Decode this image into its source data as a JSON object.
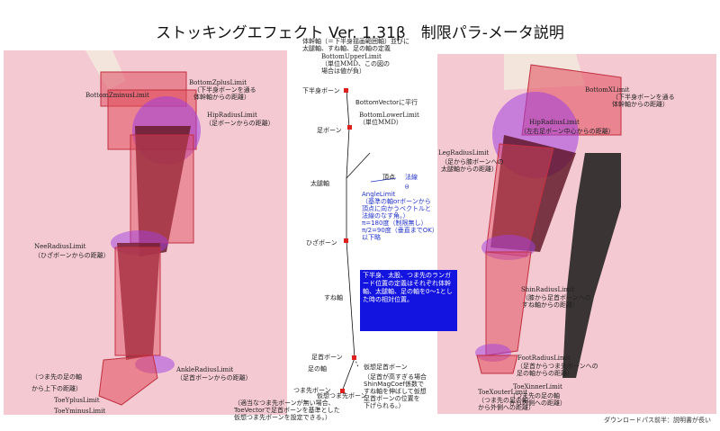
{
  "title": "ストッキングエフェクト Ver. 1.31β　制限パラ-メータ説明",
  "footer": "ダウンロードパス前半：説明書が長い",
  "center": {
    "trunk_title": "体幹軸（＝下半身揺画範囲軸）並びに\n太腿軸、すね軸、足の軸の定義",
    "bottom_upper": "BottomUpperLimit\n（単位MMD、この図の\n場合は値が負）",
    "lower_body_bone": "下半身ボーン",
    "bottom_vector": "BottomVectorに平行",
    "bottom_lower": "BottomLowerLimit\n（単位MMD）",
    "ankle_bone": "足ボーン",
    "vertex": "頂点",
    "normal": "法線",
    "theta": "θ",
    "thigh_axis": "太腿軸",
    "angle_limit": "AngleLimit\n（基準の軸orボーンから\n頂点に向かうベクトルと\n法線のなす角。）\nπ=180度（制限無し）\nπ/2=90度（垂直までOK）\n以下略",
    "knee_bone": "ひざボーン",
    "shin_axis": "すね軸",
    "info_box": "下半身、太股、つま先のランガード位置の定義はそれぞれ体幹軸、太腿軸、足の軸を0〜1とした時の相対位置。",
    "foot_bone": "足首ボーン",
    "foot_axis": "足の軸",
    "virtual_foot_bone": "仮想足首ボーン",
    "virtual_note": "（足首が高すぎる場合\nShinMagCoef係数で\nすね軸を伸ばして仮想\n足首ボーンの位置を\n下げられる。）",
    "toe_bone": "つま先ボーン",
    "virtual_toe_bone": "仮想つま先ボーン",
    "toe_note": "（適当なつま先ボーンが無い場合、\nToeVectorで足首ボーンを基準とした\n仮想つま先ボーンを設定できる。）"
  },
  "left": {
    "bottom_zplus": "BottomZplusLimit",
    "bottom_zplus_note": "（下半身ボーンを通る\n体幹軸からの距離）",
    "bottom_zminus": "BottomZminusLimit",
    "hip_radius": "HipRadiusLimit",
    "hip_radius_note": "（足ボーンからの距離）",
    "knee_radius": "NeeRadiusLimit",
    "knee_radius_note": "（ひざボーンからの距離）",
    "ankle_radius": "AnkleRadiusLimit",
    "ankle_radius_note": "（足首ボーンからの距離）",
    "toe_note": "（つま先の足の軸\nから上下の距離）",
    "toe_yplus": "ToeYplusLimit",
    "toe_yminus": "ToeYminusLimit"
  },
  "right": {
    "bottom_x": "BottomXLimit",
    "bottom_x_note": "（下半身ボーンを通る\n体幹軸からの距離）",
    "hip_radius": "HipRadiusLimit",
    "hip_radius_note": "（左右足ボーン中心からの距離）",
    "leg_radius": "LegRadiusLimit",
    "leg_radius_note": "（足から膝ボーンへの\n太腿軸からの距離）",
    "shin_radius": "ShinRadiusLimit",
    "shin_radius_note": "（膝から足首ボーンへの\nすね軸からの距離）",
    "foot_radius": "FootRadiusLimit",
    "foot_radius_note": "（足首からつま先ボーンへの\n足の軸からの距離）",
    "toe_xouter": "ToeXouterLimit",
    "toe_xouter_note": "（つま先の足の軸\nから外側への距離）",
    "toe_xinner": "ToeXinnerLimit",
    "toe_xinner_note": "（つま先の足の軸\nから内側への距離）"
  },
  "colors": {
    "panel": "#f4c9d2",
    "limit_red": "#e0404a",
    "limit_purple": "#a040e0",
    "bone_node": "#e0201c",
    "info_box": "#1414e0",
    "annotation_blue": "#2233cc"
  }
}
